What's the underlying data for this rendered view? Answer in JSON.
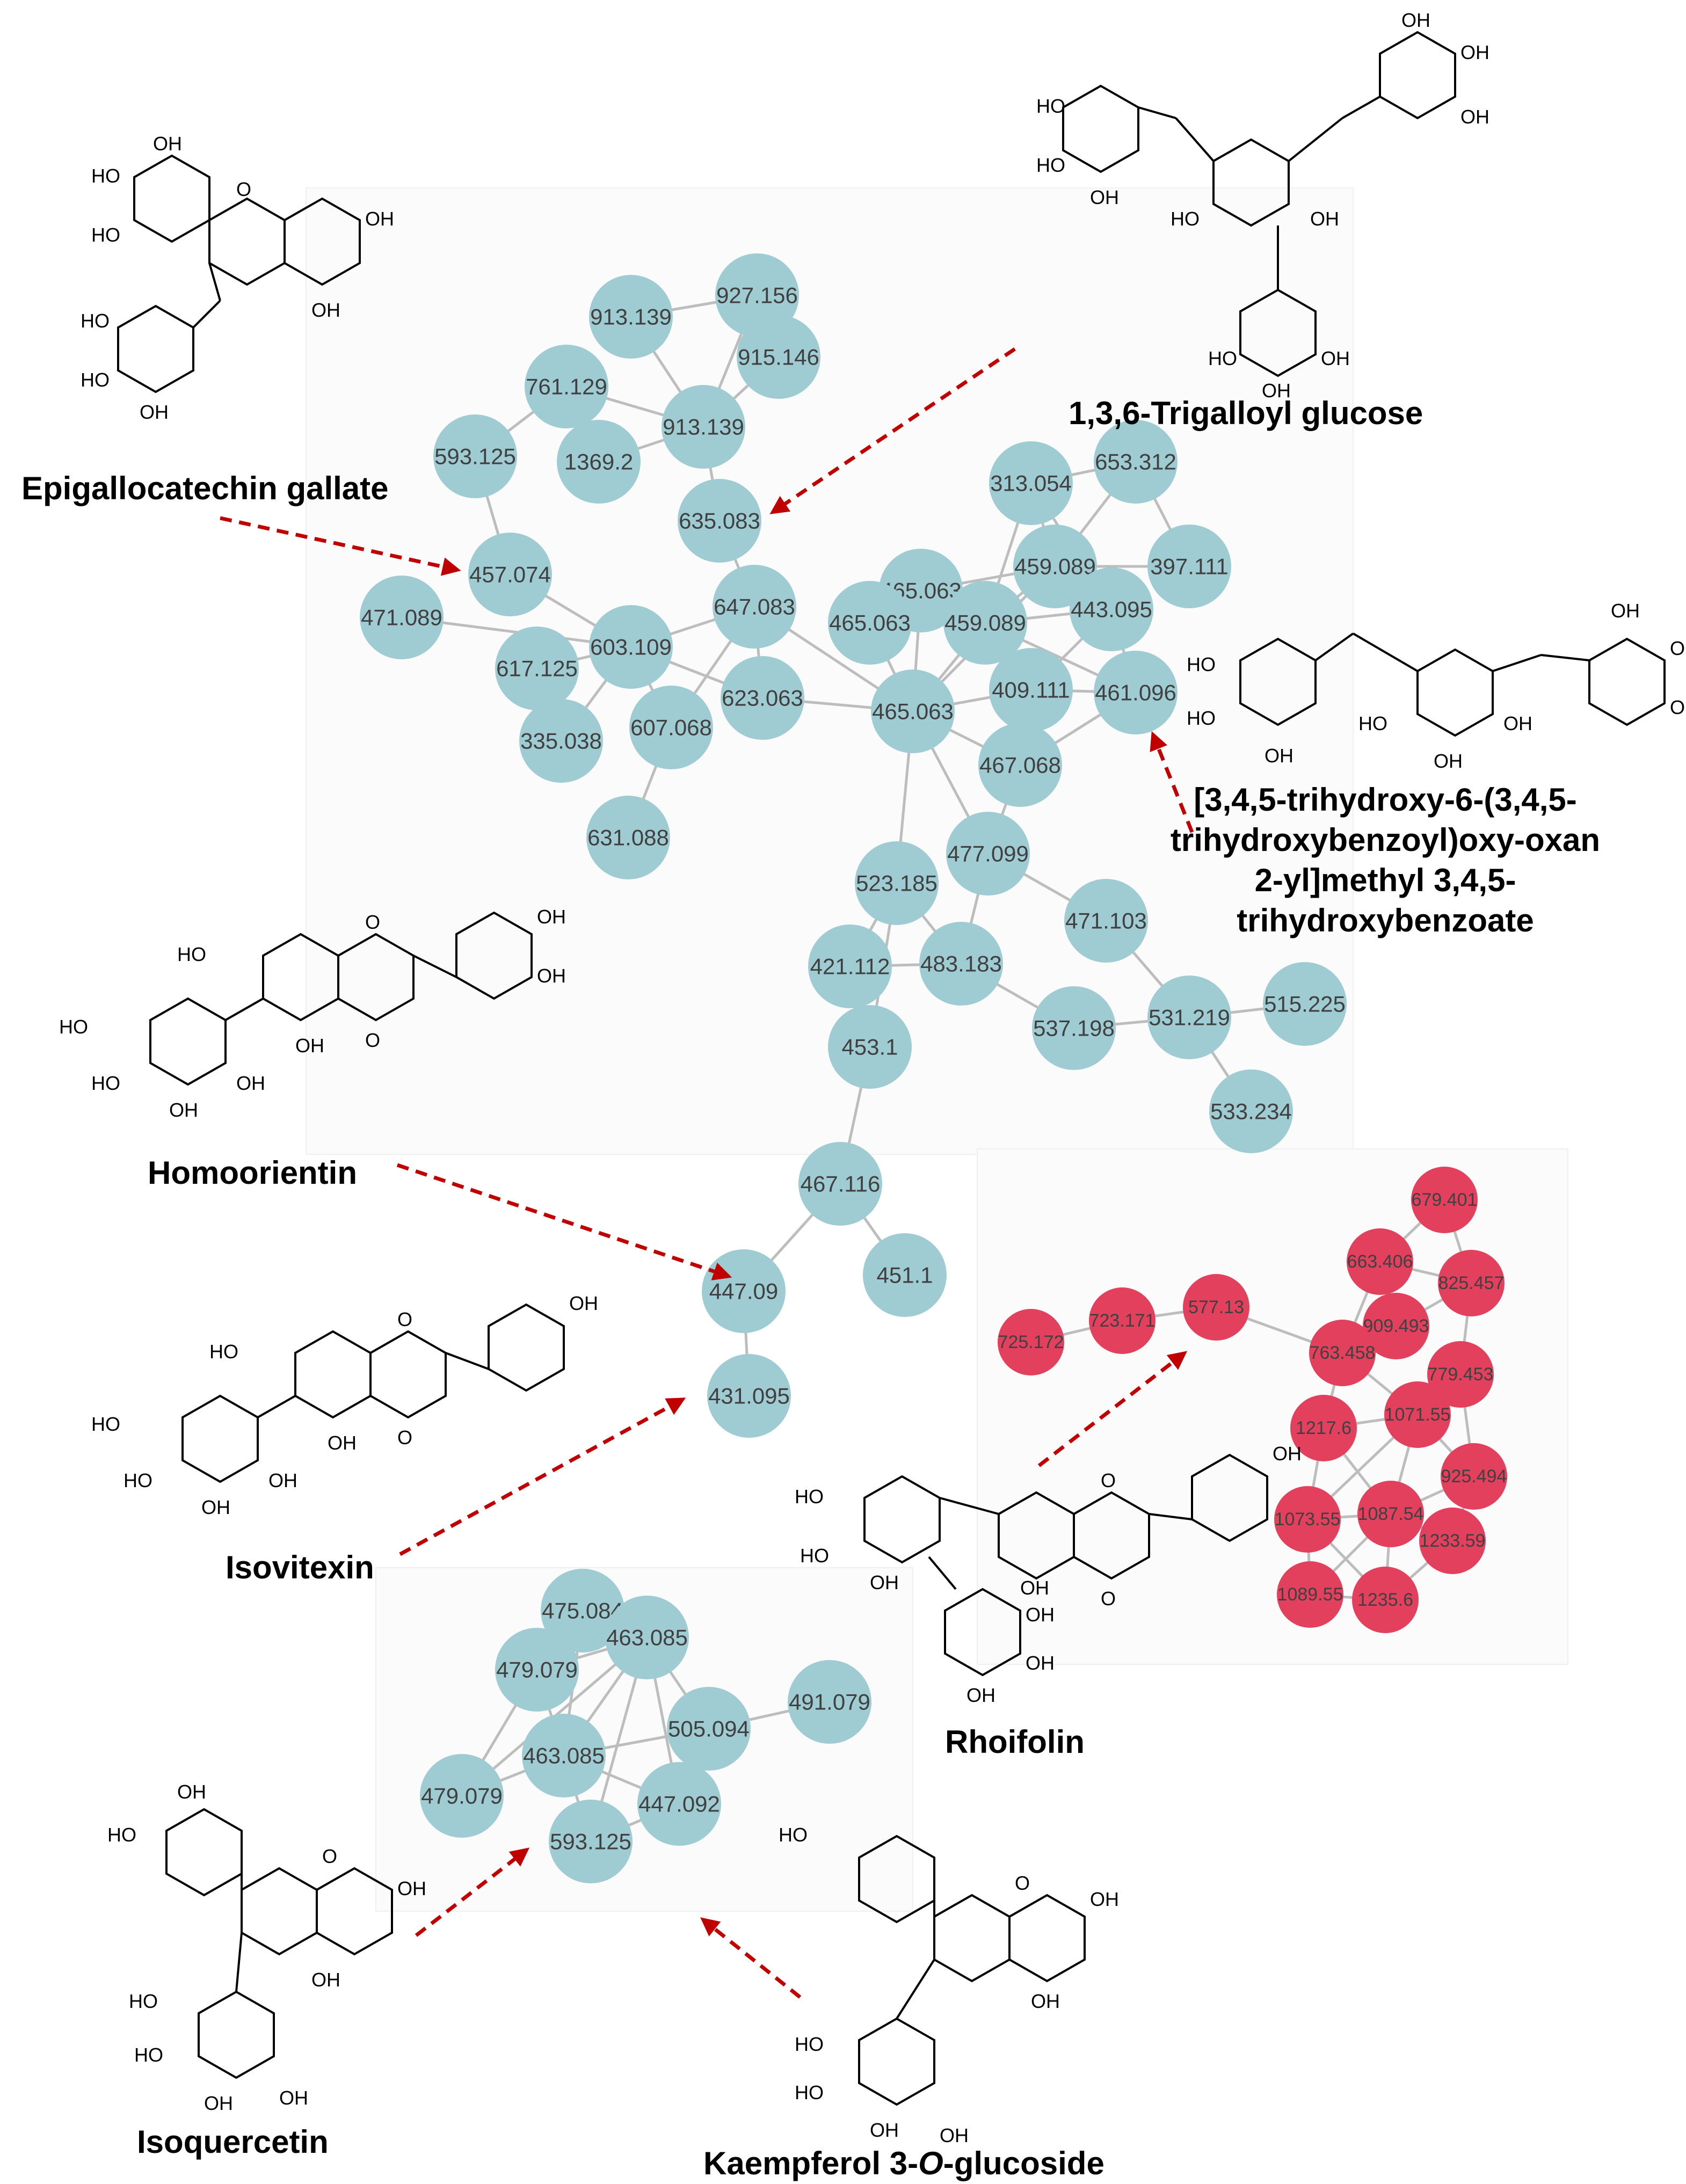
{
  "compounds": {
    "egcg": "Epigallocatechin gallate",
    "trigalloyl": "1,3,6-Trigalloyl glucose",
    "digalloyl": [
      "[3,4,5-trihydroxy-6-(3,4,5-",
      "trihydroxybenzoyl)oxy-oxan",
      "2-yl]methyl 3,4,5-",
      "trihydroxybenzoate"
    ],
    "homoorientin": "Homoorientin",
    "isovitexin": "Isovitexin",
    "rhoifolin": "Rhoifolin",
    "isoquercetin": "Isoquercetin",
    "kaempferol_prefix": "Kaempferol 3-",
    "kaempferol_o": "O",
    "kaempferol_suffix": "-glucoside"
  },
  "atom_labels": {
    "hydroxyl": "OH",
    "hydroxyl_left": "HO",
    "oxygen": "O"
  },
  "colors": {
    "cluster_blue": "#9fcbd2",
    "cluster_red": "#e2405d",
    "edge": "#bdbdbd",
    "arrow": "#c00000"
  },
  "network": {
    "nodes": [
      {
        "id": "b1",
        "label": "927.156",
        "c": "blue"
      },
      {
        "id": "b2",
        "label": "913.139",
        "c": "blue"
      },
      {
        "id": "b3",
        "label": "915.146",
        "c": "blue"
      },
      {
        "id": "b4",
        "label": "761.129",
        "c": "blue"
      },
      {
        "id": "b5",
        "label": "913.139",
        "c": "blue"
      },
      {
        "id": "b6",
        "label": "593.125",
        "c": "blue"
      },
      {
        "id": "b7",
        "label": "1369.2",
        "c": "blue"
      },
      {
        "id": "b8",
        "label": "635.083",
        "c": "blue"
      },
      {
        "id": "b9",
        "label": "457.074",
        "c": "blue"
      },
      {
        "id": "b10",
        "label": "471.089",
        "c": "blue"
      },
      {
        "id": "b11",
        "label": "617.125",
        "c": "blue"
      },
      {
        "id": "b12",
        "label": "603.109",
        "c": "blue"
      },
      {
        "id": "b13",
        "label": "647.083",
        "c": "blue"
      },
      {
        "id": "b14",
        "label": "335.038",
        "c": "blue"
      },
      {
        "id": "b15",
        "label": "607.068",
        "c": "blue"
      },
      {
        "id": "b16",
        "label": "623.063",
        "c": "blue"
      },
      {
        "id": "b17",
        "label": "631.088",
        "c": "blue"
      },
      {
        "id": "b18",
        "label": "465.063",
        "c": "blue"
      },
      {
        "id": "b19",
        "label": "465.063",
        "c": "blue"
      },
      {
        "id": "b20",
        "label": "465.063",
        "c": "blue"
      },
      {
        "id": "b21",
        "label": "313.054",
        "c": "blue"
      },
      {
        "id": "b22",
        "label": "653.312",
        "c": "blue"
      },
      {
        "id": "b23",
        "label": "459.089",
        "c": "blue"
      },
      {
        "id": "b24",
        "label": "397.111",
        "c": "blue"
      },
      {
        "id": "b25",
        "label": "459.089",
        "c": "blue"
      },
      {
        "id": "b26",
        "label": "443.095",
        "c": "blue"
      },
      {
        "id": "b27",
        "label": "409.111",
        "c": "blue"
      },
      {
        "id": "b28",
        "label": "461.096",
        "c": "blue"
      },
      {
        "id": "b29",
        "label": "467.068",
        "c": "blue"
      },
      {
        "id": "b30",
        "label": "477.099",
        "c": "blue"
      },
      {
        "id": "b31",
        "label": "523.185",
        "c": "blue"
      },
      {
        "id": "b32",
        "label": "471.103",
        "c": "blue"
      },
      {
        "id": "b33",
        "label": "421.112",
        "c": "blue"
      },
      {
        "id": "b34",
        "label": "483.183",
        "c": "blue"
      },
      {
        "id": "b35",
        "label": "453.1",
        "c": "blue"
      },
      {
        "id": "b36",
        "label": "537.198",
        "c": "blue"
      },
      {
        "id": "b37",
        "label": "531.219",
        "c": "blue"
      },
      {
        "id": "b38",
        "label": "515.225",
        "c": "blue"
      },
      {
        "id": "b39",
        "label": "533.234",
        "c": "blue"
      },
      {
        "id": "b40",
        "label": "467.116",
        "c": "blue"
      },
      {
        "id": "b41",
        "label": "447.09",
        "c": "blue"
      },
      {
        "id": "b42",
        "label": "451.1",
        "c": "blue"
      },
      {
        "id": "b43",
        "label": "431.095",
        "c": "blue"
      },
      {
        "id": "r1",
        "label": "679.401",
        "c": "red"
      },
      {
        "id": "r2",
        "label": "663.406",
        "c": "red"
      },
      {
        "id": "r3",
        "label": "825.457",
        "c": "red"
      },
      {
        "id": "r4",
        "label": "725.172",
        "c": "red"
      },
      {
        "id": "r5",
        "label": "723.171",
        "c": "red"
      },
      {
        "id": "r6",
        "label": "577.13",
        "c": "red"
      },
      {
        "id": "r7",
        "label": "909.493",
        "c": "red"
      },
      {
        "id": "r8",
        "label": "763.458",
        "c": "red"
      },
      {
        "id": "r9",
        "label": "779.453",
        "c": "red"
      },
      {
        "id": "r10",
        "label": "1217.6",
        "c": "red"
      },
      {
        "id": "r11",
        "label": "1071.55",
        "c": "red"
      },
      {
        "id": "r12",
        "label": "925.494",
        "c": "red"
      },
      {
        "id": "r13",
        "label": "1073.55",
        "c": "red"
      },
      {
        "id": "r14",
        "label": "1087.54",
        "c": "red"
      },
      {
        "id": "r15",
        "label": "1233.59",
        "c": "red"
      },
      {
        "id": "r16",
        "label": "1089.55",
        "c": "red"
      },
      {
        "id": "r17",
        "label": "1235.6",
        "c": "red"
      },
      {
        "id": "k1",
        "label": "475.084",
        "c": "blue"
      },
      {
        "id": "k2",
        "label": "463.085",
        "c": "blue"
      },
      {
        "id": "k3",
        "label": "479.079",
        "c": "blue"
      },
      {
        "id": "k4",
        "label": "491.079",
        "c": "blue"
      },
      {
        "id": "k5",
        "label": "505.094",
        "c": "blue"
      },
      {
        "id": "k6",
        "label": "463.085",
        "c": "blue"
      },
      {
        "id": "k7",
        "label": "479.079",
        "c": "blue"
      },
      {
        "id": "k8",
        "label": "447.092",
        "c": "blue"
      },
      {
        "id": "k9",
        "label": "593.125",
        "c": "blue"
      }
    ],
    "edges": [
      [
        "b2",
        "b1"
      ],
      [
        "b2",
        "b5"
      ],
      [
        "b1",
        "b5"
      ],
      [
        "b1",
        "b3"
      ],
      [
        "b3",
        "b5"
      ],
      [
        "b4",
        "b5"
      ],
      [
        "b4",
        "b6"
      ],
      [
        "b7",
        "b5"
      ],
      [
        "b5",
        "b8"
      ],
      [
        "b6",
        "b9"
      ],
      [
        "b9",
        "b12"
      ],
      [
        "b10",
        "b12"
      ],
      [
        "b11",
        "b12"
      ],
      [
        "b12",
        "b13"
      ],
      [
        "b8",
        "b13"
      ],
      [
        "b12",
        "b14"
      ],
      [
        "b12",
        "b15"
      ],
      [
        "b13",
        "b15"
      ],
      [
        "b13",
        "b16"
      ],
      [
        "b13",
        "b20"
      ],
      [
        "b15",
        "b17"
      ],
      [
        "b12",
        "b16"
      ],
      [
        "b16",
        "b20"
      ],
      [
        "b18",
        "b20"
      ],
      [
        "b19",
        "b20"
      ],
      [
        "b20",
        "b25"
      ],
      [
        "b20",
        "b27"
      ],
      [
        "b20",
        "b29"
      ],
      [
        "b20",
        "b23"
      ],
      [
        "b18",
        "b23"
      ],
      [
        "b19",
        "b25"
      ],
      [
        "b21",
        "b22"
      ],
      [
        "b21",
        "b25"
      ],
      [
        "b21",
        "b23"
      ],
      [
        "b21",
        "b26"
      ],
      [
        "b22",
        "b23"
      ],
      [
        "b22",
        "b24"
      ],
      [
        "b23",
        "b24"
      ],
      [
        "b23",
        "b26"
      ],
      [
        "b23",
        "b25"
      ],
      [
        "b25",
        "b26"
      ],
      [
        "b26",
        "b27"
      ],
      [
        "b26",
        "b28"
      ],
      [
        "b25",
        "b28"
      ],
      [
        "b27",
        "b28"
      ],
      [
        "b27",
        "b29"
      ],
      [
        "b28",
        "b29"
      ],
      [
        "b20",
        "b31"
      ],
      [
        "b20",
        "b30"
      ],
      [
        "b29",
        "b30"
      ],
      [
        "b30",
        "b34"
      ],
      [
        "b30",
        "b32"
      ],
      [
        "b31",
        "b33"
      ],
      [
        "b31",
        "b34"
      ],
      [
        "b31",
        "b35"
      ],
      [
        "b33",
        "b34"
      ],
      [
        "b34",
        "b36"
      ],
      [
        "b32",
        "b37"
      ],
      [
        "b36",
        "b37"
      ],
      [
        "b37",
        "b38"
      ],
      [
        "b37",
        "b39"
      ],
      [
        "b35",
        "b40"
      ],
      [
        "b40",
        "b41"
      ],
      [
        "b40",
        "b42"
      ],
      [
        "b41",
        "b43"
      ],
      [
        "r4",
        "r5"
      ],
      [
        "r5",
        "r6"
      ],
      [
        "r6",
        "r8"
      ],
      [
        "r1",
        "r2"
      ],
      [
        "r1",
        "r3"
      ],
      [
        "r2",
        "r3"
      ],
      [
        "r2",
        "r8"
      ],
      [
        "r2",
        "r7"
      ],
      [
        "r3",
        "r7"
      ],
      [
        "r3",
        "r9"
      ],
      [
        "r8",
        "r7"
      ],
      [
        "r8",
        "r10"
      ],
      [
        "r8",
        "r11"
      ],
      [
        "r9",
        "r11"
      ],
      [
        "r9",
        "r12"
      ],
      [
        "r10",
        "r11"
      ],
      [
        "r10",
        "r13"
      ],
      [
        "r10",
        "r14"
      ],
      [
        "r11",
        "r12"
      ],
      [
        "r11",
        "r14"
      ],
      [
        "r11",
        "r13"
      ],
      [
        "r12",
        "r14"
      ],
      [
        "r12",
        "r15"
      ],
      [
        "r13",
        "r14"
      ],
      [
        "r13",
        "r16"
      ],
      [
        "r13",
        "r17"
      ],
      [
        "r14",
        "r15"
      ],
      [
        "r14",
        "r16"
      ],
      [
        "r14",
        "r17"
      ],
      [
        "r16",
        "r17"
      ],
      [
        "r15",
        "r17"
      ],
      [
        "k1",
        "k6"
      ],
      [
        "k2",
        "k3"
      ],
      [
        "k2",
        "k6"
      ],
      [
        "k2",
        "k5"
      ],
      [
        "k2",
        "k7"
      ],
      [
        "k2",
        "k8"
      ],
      [
        "k2",
        "k9"
      ],
      [
        "k3",
        "k6"
      ],
      [
        "k3",
        "k7"
      ],
      [
        "k6",
        "k7"
      ],
      [
        "k6",
        "k5"
      ],
      [
        "k6",
        "k8"
      ],
      [
        "k6",
        "k9"
      ],
      [
        "k5",
        "k4"
      ],
      [
        "k5",
        "k8"
      ],
      [
        "k8",
        "k9"
      ]
    ]
  }
}
